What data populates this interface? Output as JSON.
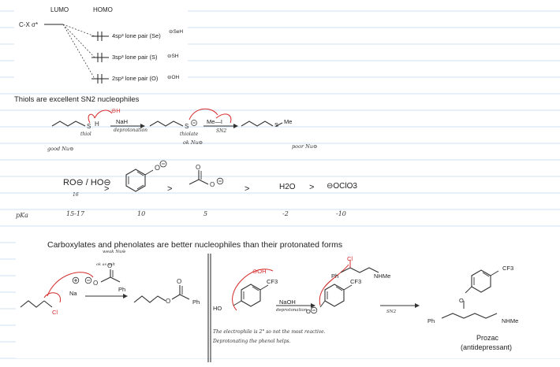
{
  "mo_diagram": {
    "lumo_label": "LUMO",
    "homo_label": "HOMO",
    "cx_label": "C-X σ*",
    "levels": [
      {
        "text": "4sp³ lone pair (Se)",
        "tag": "⊖SeH"
      },
      {
        "text": "3sp³ lone pair (S)",
        "tag": "⊖SH"
      },
      {
        "text": "2sp³ lone pair (O)",
        "tag": "⊖OH"
      }
    ]
  },
  "thiols": {
    "heading": "Thiols are excellent SN2 nucleophiles",
    "base": "NaH",
    "base_note": "deprotonation",
    "base_leaving": "⊖H",
    "electrophile": "Me—I",
    "sn2": "SN2",
    "thiol_label": "thiol",
    "thiolate_label": "thiolate",
    "thiolate_note": "ok Nu⊖",
    "product_s": "S",
    "product_me": "Me",
    "good_nu": "good Nu⊖",
    "poor_nu": "poor Nu⊖"
  },
  "series": {
    "items": [
      "RO⊖ / HO⊖",
      "phenoxide",
      "acetate",
      "H2O",
      "⊖OClO3"
    ],
    "comparators": [
      ">",
      ">",
      ">",
      ">"
    ],
    "pka_label": "pKa",
    "pka_values": [
      "15-17",
      "10",
      "5",
      "-2",
      "-10"
    ],
    "pka_extra": "16"
  },
  "carboxylates": {
    "heading": "Carboxylates and phenolates are better nucleophiles than their protonated forms",
    "na": "Na",
    "ph": "Ph",
    "cl": "Cl",
    "note_top": "weak Nu⊖",
    "note_side": "ok as salt",
    "prozac": {
      "hydroxide": "⊖OH",
      "cf3": "CF3",
      "base": "NaOH",
      "base_note": "deprotonation",
      "sn2": "SN2",
      "ph": "Ph",
      "nhme": "NHMe",
      "cl": "Cl",
      "ho": "HO",
      "o_minus": "O",
      "note_line1": "The electrophile is 2° so not the most reactive.",
      "note_line2": "Deprotonating the phenol helps.",
      "product_name": "Prozac",
      "product_subtitle": "(antidepressant)"
    }
  }
}
